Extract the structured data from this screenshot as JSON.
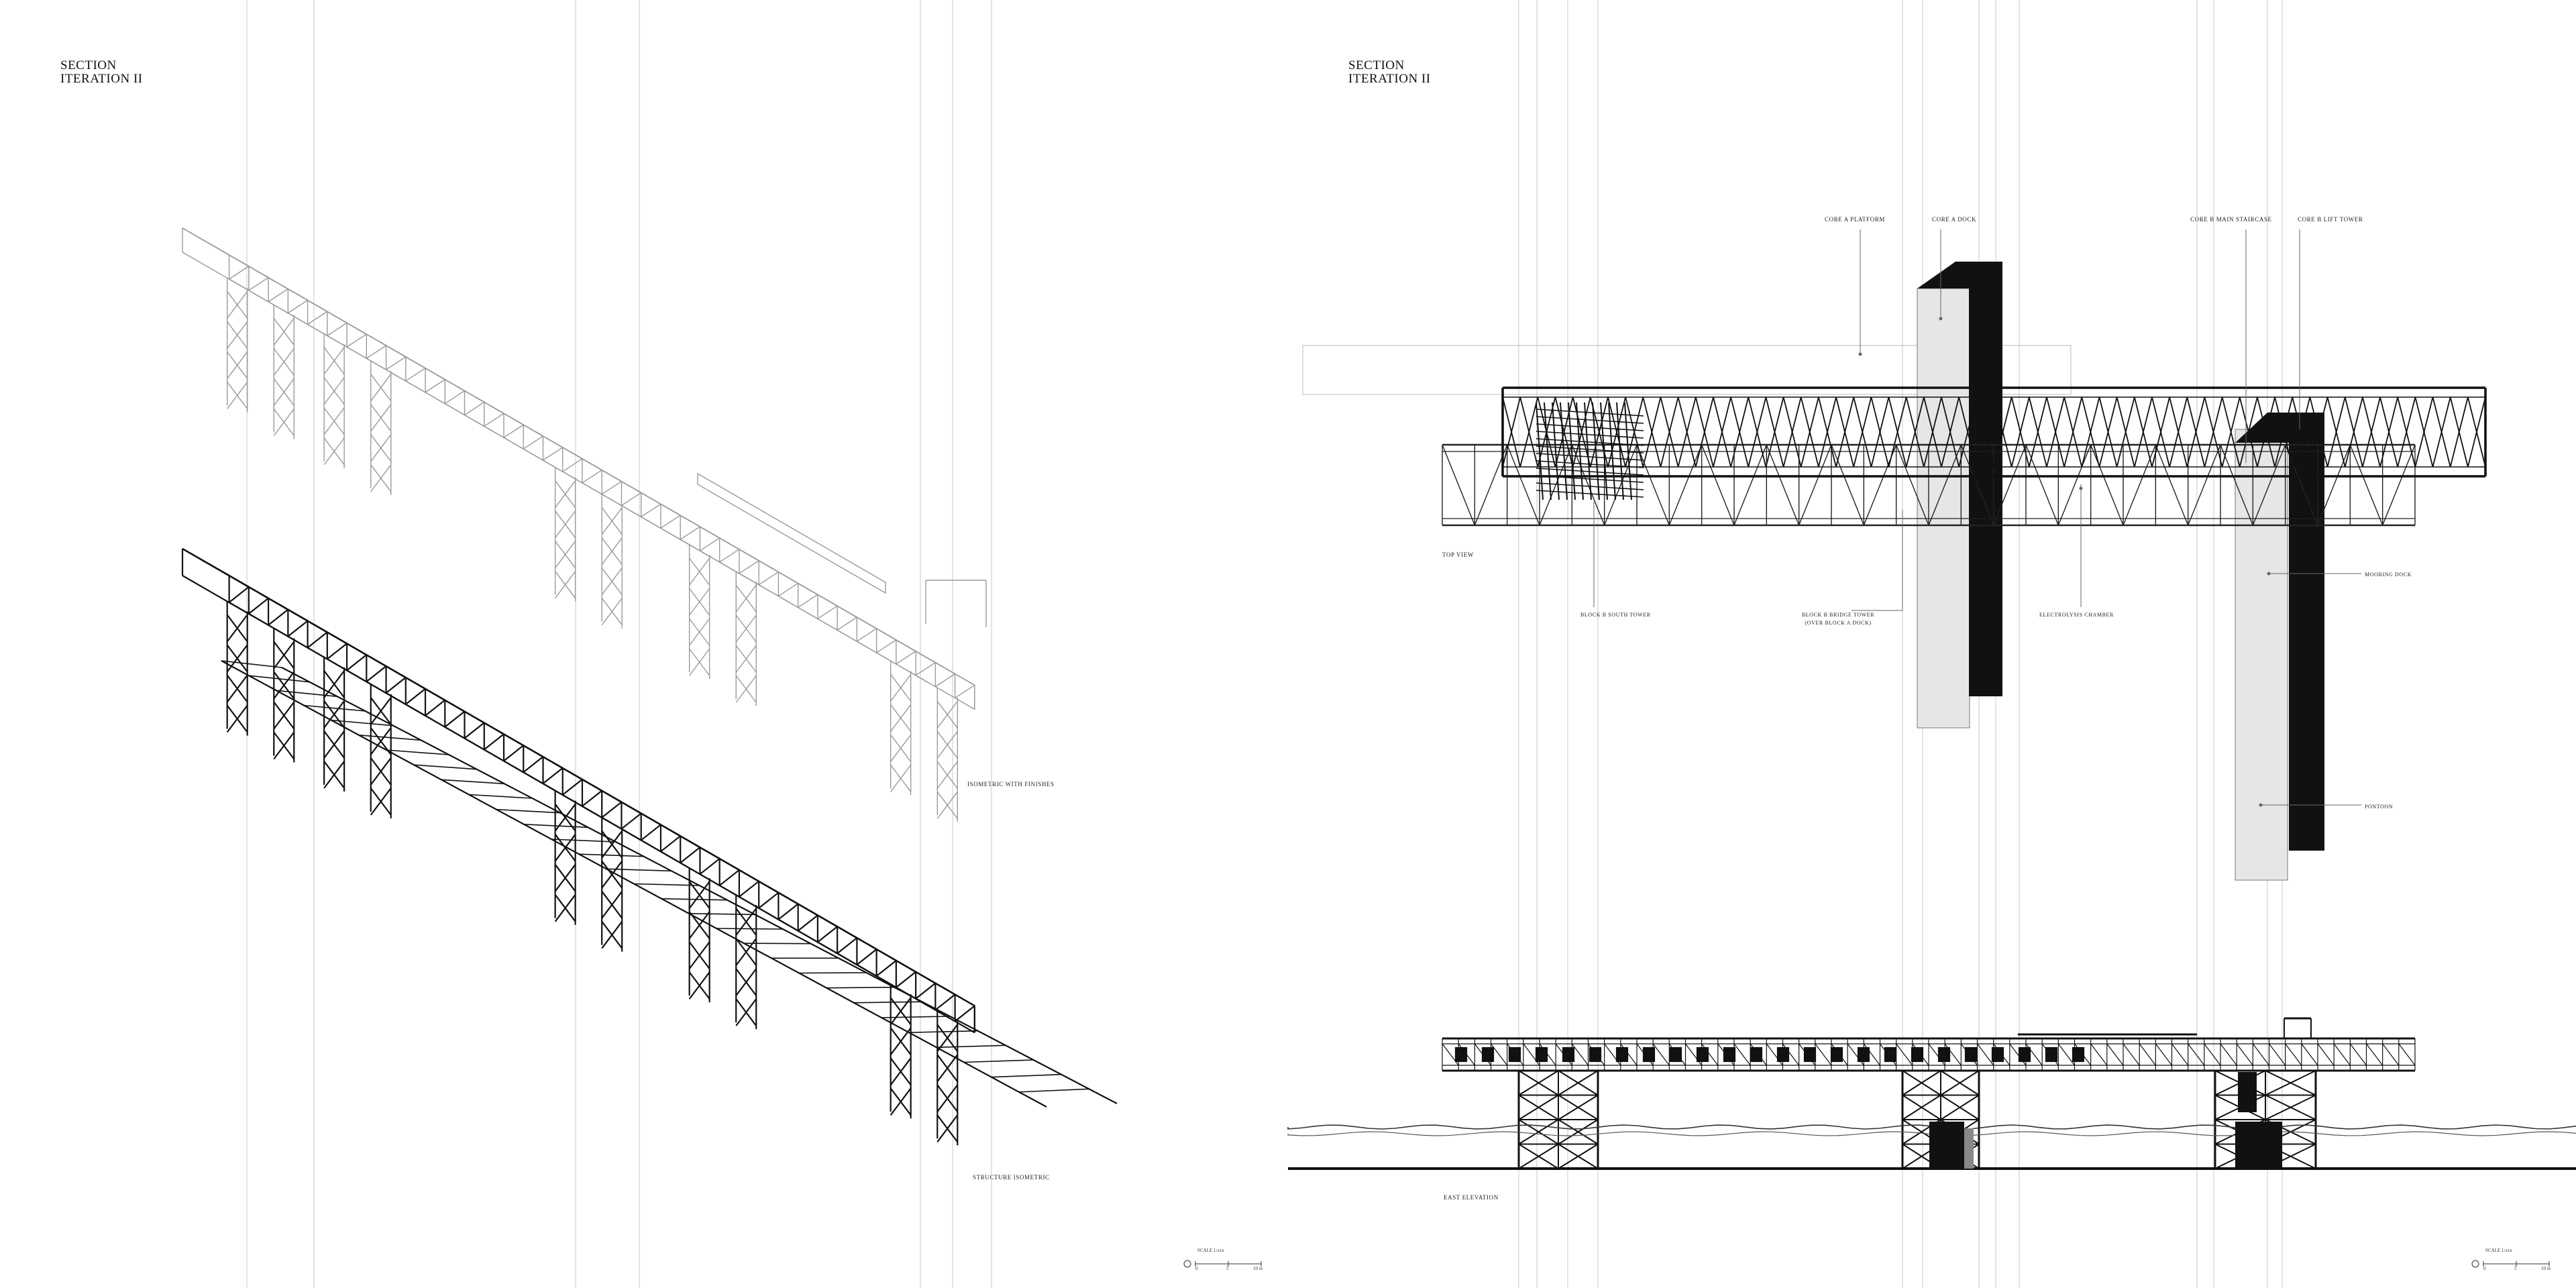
{
  "left_sheet": {
    "title": "SECTION\nITERATION II",
    "labels": {
      "iso_finishes": "ISOMETRIC WITH FINISHES",
      "iso_structure": "STRUCTURE ISOMETRIC"
    },
    "scale": {
      "caption": "SCALE 1:xxx",
      "ticks": [
        "0",
        "5",
        "10 m"
      ]
    }
  },
  "right_sheet": {
    "title": "SECTION\nITERATION II",
    "labels": {
      "core_a_platform": "CORE A PLATFORM",
      "core_a_dock": "CORE A DOCK",
      "core_b_main_staircase": "CORE B MAIN STAIRCASE",
      "core_b_lift_tower": "CORE B LIFT TOWER",
      "top_view": "TOP VIEW",
      "block_b_south_tower": "BLOCK B SOUTH TOWER",
      "block_b_bridge_tower": "BLOCK B BRIDGE TOWER",
      "block_b_bridge_tower_sub": "(OVER BLOCK A DOCK)",
      "electrolysis_chamber": "ELECTROLYSIS CHAMBER",
      "mooring_dock": "MOORING DOCK",
      "pontoon": "PONTOON",
      "east_elevation": "EAST ELEVATION"
    },
    "scale": {
      "caption": "SCALE 1:xxx",
      "ticks": [
        "0",
        "5",
        "10 m"
      ]
    }
  },
  "colors": {
    "ink": "#111111",
    "fill_grey": "#e6e6e6",
    "guide": "#c8c8c8"
  }
}
